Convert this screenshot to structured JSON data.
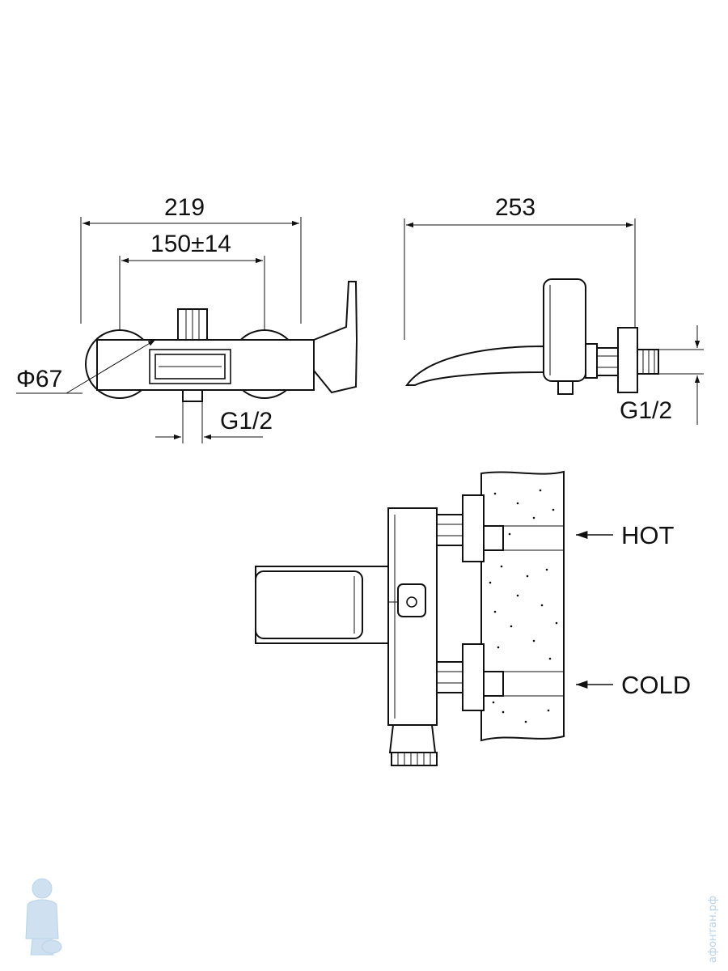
{
  "labels": {
    "overall_width": "219",
    "center_distance": "150±14",
    "diameter": "Φ67",
    "thread_bottom": "G1/2",
    "depth": "253",
    "thread_side": "G1/2",
    "hot": "HOT",
    "cold": "COLD"
  },
  "watermark": {
    "text": "афонтан.рф",
    "logo_icon": "plumber-mascot-icon"
  },
  "colors": {
    "line": "#111111",
    "watermark": "#b9d3ea"
  }
}
